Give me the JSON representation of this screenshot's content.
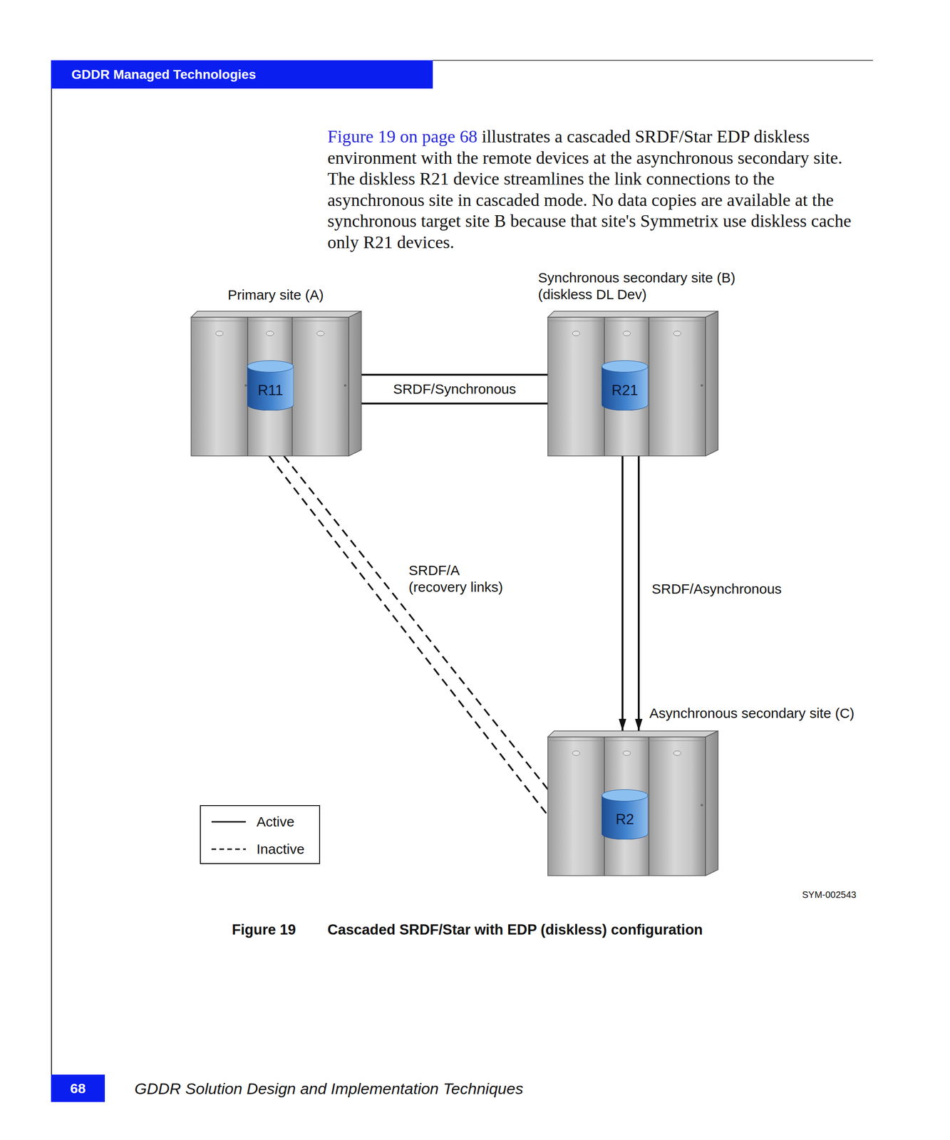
{
  "diagram": {
    "caption": "Cascaded SRDF/Star with EDP (diskless) configuration",
    "nodes": [
      {
        "text": [
          "GDDR Managed Technologies"
        ]
      },
      {
        "text": [
          "Primary site (A)"
        ]
      },
      {
        "text": [
          "R11"
        ],
        "in": 1
      },
      {
        "text": [
          "Synchronous secondary site (B) (diskless DL Dev)"
        ]
      },
      {
        "text": [
          "R21"
        ],
        "in": 3
      },
      {
        "text": [
          "Asynchronous secondary site (C)"
        ]
      },
      {
        "text": [
          "R2"
        ],
        "in": 5
      },
      {
        "text": [
          "68"
        ]
      }
    ],
    "edges": [
      {
        "from": 1,
        "to": 3,
        "label": "SRDF/Synchronous",
        "arrow": "none"
      },
      {
        "from": 3,
        "to": 5,
        "label": "SRDF/Asynchronous",
        "arrow": "to"
      },
      {
        "from": 1,
        "to": 5,
        "label": "SRDF/A (recovery links)",
        "arrow": "none"
      }
    ],
    "labels": [
      "Figure 19 on page 68",
      "illustrates a cascaded SRDF/Star EDP diskless environment with the remote devices at the asynchronous secondary site. The diskless R21 device streamlines the link connections to the asynchronous site in cascaded mode. No data copies are available at the synchronous target site B because that site's Symmetrix use diskless cache only R21 devices.",
      "SYM-002543",
      "Figure 19",
      "GDDR Solution Design and Implementation Techniques"
    ],
    "legend": [
      {
        "text": "Active"
      },
      {
        "text": "Inactive"
      }
    ]
  }
}
